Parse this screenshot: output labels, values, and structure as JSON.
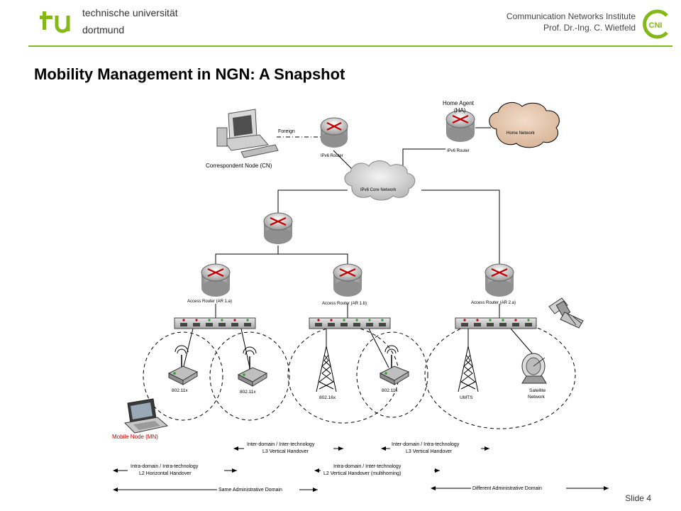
{
  "header": {
    "university_line1": "technische universität",
    "university_line2": "dortmund",
    "institute_line1": "Communication Networks Institute",
    "institute_line2": "Prof. Dr.-Ing. C. Wietfeld",
    "logo_text": "tu",
    "cni_logo_text": "CNI"
  },
  "title": "Mobility Management in NGN: A Snapshot",
  "diagram": {
    "correspondent_node": "Correspondent Node (CN)",
    "foreign_link": "Foreign",
    "ipv6_router_top": "IPv6 Router",
    "home_agent_line1": "Home Agent",
    "home_agent_line2": "(HA)",
    "ipv6_router_ha": "IPv6 Router",
    "home_network": "Home Network",
    "core_network": "IPv6 Core Network",
    "ar_1a": "Access Router (AR 1.a)",
    "ar_1b": "Access Router (AR 1.b)",
    "ar_2a": "Access Router (AR 2.a)",
    "ap_1": "802.11x",
    "ap_2": "802.11x",
    "bs_wimax": "802.16x",
    "ap_3": "802.11x",
    "bs_umts": "UMTS",
    "satellite_line1": "Satellite",
    "satellite_line2": "Network",
    "mobile_node": "Mobile Node (MN)",
    "handover_inter_inter_l3_line1": "Inter-domain / Inter-technology",
    "handover_inter_inter_l3_line2": "L3 Vertical Handover",
    "handover_inter_intra_l3_line1": "Inter-domain / Intra-technology",
    "handover_inter_intra_l3_line2": "L3 Vertical Handover",
    "handover_intra_intra_l2_line1": "Intra-domain / Intra-technology",
    "handover_intra_intra_l2_line2": "L2 Horizontal Handover",
    "handover_intra_inter_l2_line1": "Intra-domain / Inter-technology",
    "handover_intra_inter_l2_line2": "L2 Vertical Handover (multihoming)",
    "same_domain": "Same Administrative Domain",
    "different_domain": "Different Administrative Domain"
  },
  "footer": {
    "slide_label": "Slide 4"
  },
  "colors": {
    "accent_green": "#84b818",
    "mobile_node_red": "#cc0000"
  }
}
